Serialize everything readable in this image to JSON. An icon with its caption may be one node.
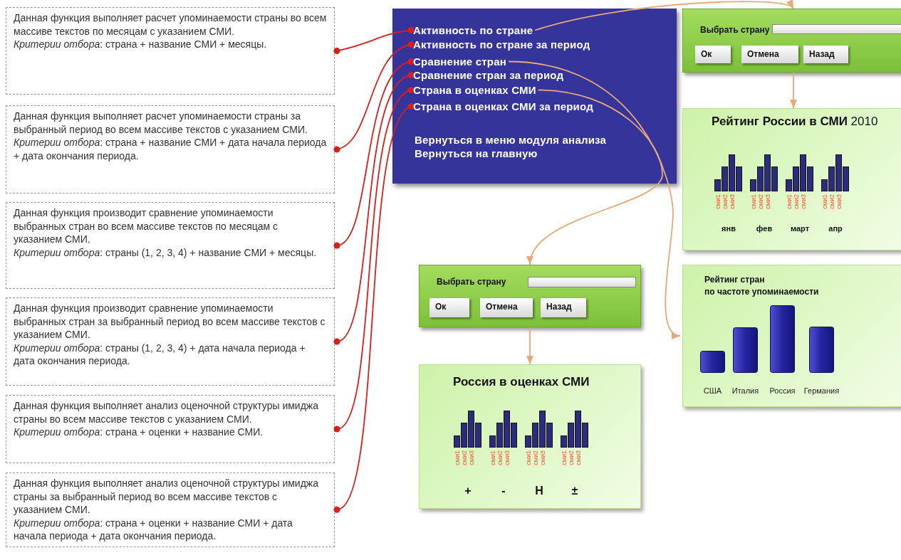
{
  "diagram": {
    "nodes": [
      {
        "text": [
          "Данная функция выполняет расчет упоминаемости страны во всем массиве текстов по месяцам с указанием СМИ.",
          "*Критерии отбора*: страна + название СМИ + месяцы."
        ]
      },
      {
        "text": [
          "Данная функция выполняет расчет упоминаемости страны за выбранный период во всем массиве текстов с указанием СМИ.",
          "*Критерии отбора*: страна + название СМИ + дата начала периода + дата окончания периода."
        ]
      },
      {
        "text": [
          "Данная функция производит сравнение упоминаемости выбранных стран во всем массиве текстов по месяцам с указанием СМИ.",
          "*Критерии отбора*: страны (1, 2, 3, 4) + название СМИ + месяцы."
        ]
      },
      {
        "text": [
          "Данная функция производит сравнение упоминаемости выбранных стран за выбранный период во всем массиве текстов с указанием СМИ.",
          "*Критерии отбора*: страны (1, 2, 3, 4) + дата начала периода + дата окончания периода."
        ]
      },
      {
        "text": [
          "Данная функция выполняет анализ оценочной структуры имиджа страны во всем массиве текстов с указанием СМИ.",
          "*Критерии отбора*: страна + оценки + название СМИ."
        ]
      },
      {
        "text": [
          "Данная функция выполняет анализ оценочной структуры имиджа страны за выбранный период во всем массиве текстов с указанием СМИ.",
          "*Критерии отбора*: страна + оценки + название СМИ + дата начала периода + дата окончания периода."
        ]
      },
      {
        "text": [
          "Вернуться в меню модуля анализа",
          "Вернуться на главную"
        ]
      },
      {
        "text": [
          "Активность по стране"
        ],
        "in": 6
      },
      {
        "text": [
          "Активность по стране за период"
        ],
        "in": 6
      },
      {
        "text": [
          "Сравнение стран"
        ],
        "in": 6
      },
      {
        "text": [
          "Сравнение стран за период"
        ],
        "in": 6
      },
      {
        "text": [
          "Страна в оценках СМИ"
        ],
        "in": 6
      },
      {
        "text": [
          "Страна в оценках СМИ за период"
        ],
        "in": 6
      },
      {
        "text": [
          "Выбрать страну"
        ]
      },
      {
        "text": [],
        "shape": "box",
        "in": 13
      },
      {
        "text": [
          "Ок"
        ],
        "in": 13
      },
      {
        "text": [
          "Отмена"
        ],
        "in": 13
      },
      {
        "text": [
          "Назад"
        ],
        "in": 13
      },
      {
        "text": [
          "**Рейтинг России в СМИ** 2010",
          "сми1",
          "сми2",
          "сми3",
          "сми1",
          "сми2",
          "сми3",
          "сми1",
          "сми2",
          "сми3",
          "сми1",
          "сми2",
          "сми3",
          "янв",
          "фев",
          "март",
          "апр"
        ]
      },
      {
        "text": [
          "Рейтинг стран по частоте упоминаемости",
          "США",
          "Италия",
          "Россия",
          "Германия"
        ]
      },
      {
        "text": [
          "Выбрать страну"
        ]
      },
      {
        "text": [],
        "shape": "box",
        "in": 20
      },
      {
        "text": [
          "Ок"
        ],
        "in": 20
      },
      {
        "text": [
          "Отмена"
        ],
        "in": 20
      },
      {
        "text": [
          "Назад"
        ],
        "in": 20
      },
      {
        "text": [
          "**Россия в оценках СМИ**",
          "сми1",
          "сми2",
          "сми3",
          "сми1",
          "сми2",
          "сми3",
          "сми1",
          "сми2",
          "сми3",
          "сми1",
          "сми2",
          "сми3",
          "+",
          "-",
          "Н",
          "±"
        ]
      }
    ],
    "edges": [
      {
        "from": 0,
        "to": 7,
        "arrow": "other"
      },
      {
        "from": 1,
        "to": 8,
        "arrow": "other"
      },
      {
        "from": 2,
        "to": 9,
        "arrow": "other"
      },
      {
        "from": 3,
        "to": 10,
        "arrow": "other"
      },
      {
        "from": 4,
        "to": 11,
        "arrow": "other"
      },
      {
        "from": 5,
        "to": 12,
        "arrow": "other"
      },
      {
        "from": 7,
        "to": 13,
        "arrow": "to",
        "color": "#e8a878"
      },
      {
        "from": 13,
        "to": 18,
        "arrow": "to",
        "color": "#e8a878"
      },
      {
        "from": 9,
        "to": 19,
        "arrow": "to",
        "color": "#e8a878"
      },
      {
        "from": 11,
        "to": 20,
        "arrow": "to",
        "color": "#e8a878"
      },
      {
        "from": 20,
        "to": 25,
        "arrow": "to",
        "color": "#e8a878"
      }
    ]
  }
}
